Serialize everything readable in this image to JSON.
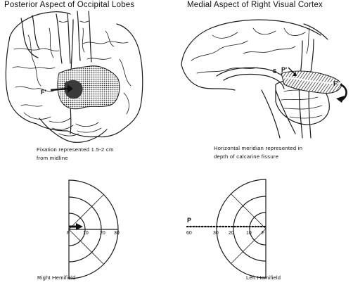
{
  "titles": {
    "left": "Posterior Aspect of Occipital Lobes",
    "right": "Medial Aspect of Right Visual Cortex"
  },
  "captions": {
    "left_line1": "Fixation represented 1.5-2 cm",
    "left_line2": "from midline",
    "right_line1": "Horizontal meridian represented in",
    "right_line2": "depth of calcarine fissure"
  },
  "brain_labels": {
    "left_f_prime": "F'",
    "right_s": "S",
    "right_p_prime": "P'",
    "right_f_prime": "F'"
  },
  "right_hemifield": {
    "label": "Right Hemifield",
    "fixation_label": "F",
    "ticks": [
      "10",
      "20",
      "30"
    ]
  },
  "left_hemifield": {
    "label": "Left Hemifield",
    "fixation_label": "F",
    "point_label": "P",
    "ticks": [
      "60",
      "30",
      "20",
      "10"
    ]
  },
  "colors": {
    "ink": "#1a1a1a",
    "shading": "#4a4a4a"
  }
}
